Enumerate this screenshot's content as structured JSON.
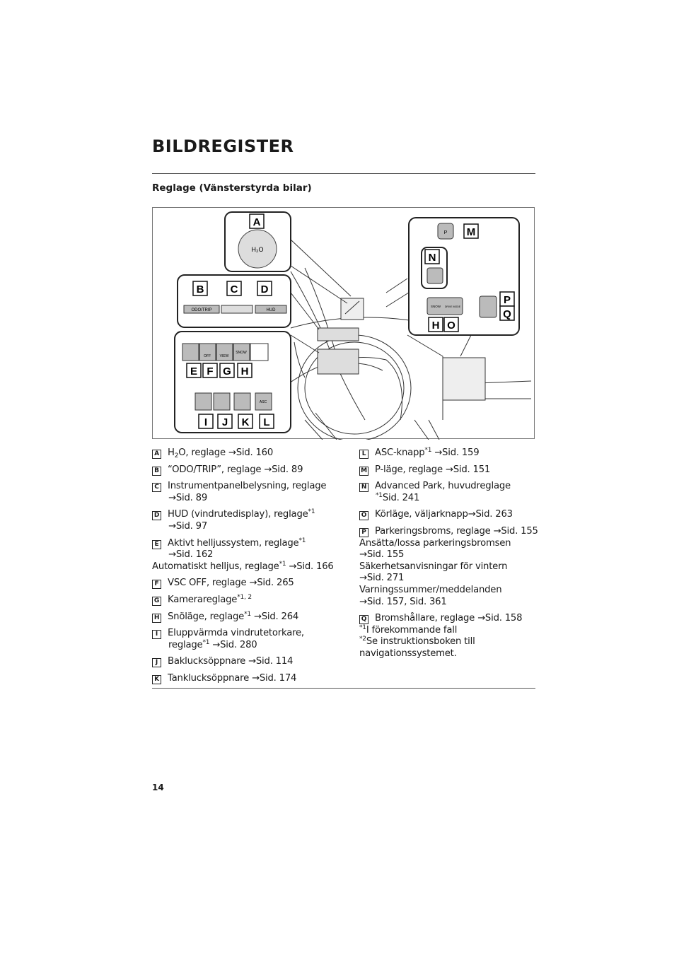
{
  "header": {
    "title": "BILDREGISTER",
    "subtitle": "Reglage (Vänsterstyrda bilar)"
  },
  "figure": {
    "labels": {
      "A": "A",
      "B": "B",
      "C": "C",
      "D": "D",
      "E": "E",
      "F": "F",
      "G": "G",
      "H": "H",
      "I": "I",
      "J": "J",
      "K": "K",
      "L": "L",
      "M": "M",
      "N": "N",
      "H2": "H",
      "O": "O",
      "P": "P",
      "Q": "Q"
    },
    "button_texts": {
      "h2o": "H₂O",
      "odo": "ODO/TRIP",
      "hud": "HUD",
      "snow": "SNOW",
      "asc": "ASC",
      "view": "VIEW",
      "off": "OFF",
      "p": "P",
      "drive_mode": "DRIVE MODE"
    }
  },
  "legend_left": [
    {
      "letter": "A",
      "lines": [
        [
          {
            "t": "H"
          },
          {
            "t": "2",
            "s": "sub"
          },
          {
            "t": "O, reglage →Sid. 160"
          }
        ]
      ]
    },
    {
      "letter": "B",
      "lines": [
        [
          {
            "t": "“ODO/TRIP”, reglage →Sid. 89"
          }
        ]
      ]
    },
    {
      "letter": "C",
      "lines": [
        [
          {
            "t": "Instrumentpanelbelysning, reglage"
          }
        ],
        [
          {
            "t": "→Sid. 89"
          }
        ]
      ]
    },
    {
      "letter": "D",
      "lines": [
        [
          {
            "t": "HUD (vindrutedisplay), reglage"
          },
          {
            "t": "*1",
            "s": "sup"
          }
        ],
        [
          {
            "t": "→Sid. 97"
          }
        ]
      ]
    },
    {
      "letter": "E",
      "lines": [
        [
          {
            "t": "Aktivt helljussystem, reglage"
          },
          {
            "t": "*1",
            "s": "sup"
          }
        ],
        [
          {
            "t": "→Sid. 162"
          }
        ]
      ],
      "notes": [
        [
          {
            "t": "Automatiskt helljus, reglage"
          },
          {
            "t": "*1",
            "s": "sup"
          },
          {
            "t": " →Sid. 166"
          }
        ]
      ]
    },
    {
      "letter": "F",
      "lines": [
        [
          {
            "t": "VSC OFF, reglage →Sid. 265"
          }
        ]
      ]
    },
    {
      "letter": "G",
      "lines": [
        [
          {
            "t": "Kamerareglage"
          },
          {
            "t": "*1, 2",
            "s": "sup"
          }
        ]
      ]
    },
    {
      "letter": "H",
      "lines": [
        [
          {
            "t": "Snöläge, reglage"
          },
          {
            "t": "*1",
            "s": "sup"
          },
          {
            "t": " →Sid. 264"
          }
        ]
      ]
    },
    {
      "letter": "I",
      "lines": [
        [
          {
            "t": "Eluppvärmda vindrutetorkare,"
          }
        ],
        [
          {
            "t": "reglage"
          },
          {
            "t": "*1",
            "s": "sup"
          },
          {
            "t": " →Sid. 280"
          }
        ]
      ]
    },
    {
      "letter": "J",
      "lines": [
        [
          {
            "t": "Baklucksöppnare →Sid. 114"
          }
        ]
      ]
    },
    {
      "letter": "K",
      "lines": [
        [
          {
            "t": "Tanklucksöppnare →Sid. 174"
          }
        ]
      ]
    }
  ],
  "legend_right": [
    {
      "letter": "L",
      "lines": [
        [
          {
            "t": "ASC-knapp"
          },
          {
            "t": "*1",
            "s": "sup"
          },
          {
            "t": " →Sid. 159"
          }
        ]
      ]
    },
    {
      "letter": "M",
      "lines": [
        [
          {
            "t": "P-läge, reglage →Sid. 151"
          }
        ]
      ]
    },
    {
      "letter": "N",
      "lines": [
        [
          {
            "t": "Advanced Park, huvudreglage"
          }
        ],
        [
          {
            "t": "*1",
            "s": "sup"
          },
          {
            "t": "Sid. 241"
          }
        ]
      ]
    },
    {
      "letter": "O",
      "lines": [
        [
          {
            "t": "Körläge, väljarknapp→Sid. 263"
          }
        ]
      ]
    },
    {
      "letter": "P",
      "lines": [
        [
          {
            "t": "Parkeringsbroms, reglage →Sid. 155"
          }
        ]
      ],
      "notes": [
        [
          {
            "t": "Ansätta/lossa parkeringsbromsen"
          }
        ],
        [
          {
            "t": "→Sid. 155"
          }
        ],
        [
          {
            "t": "Säkerhetsanvisningar för vintern"
          }
        ],
        [
          {
            "t": "→Sid. 271"
          }
        ],
        [
          {
            "t": "Varningssummer/meddelanden"
          }
        ],
        [
          {
            "t": "→Sid. 157, Sid. 361"
          }
        ]
      ]
    },
    {
      "letter": "Q",
      "lines": [
        [
          {
            "t": "Bromshållare, reglage →Sid. 158"
          }
        ]
      ],
      "notes": [
        [
          {
            "t": "*1",
            "s": "sup"
          },
          {
            "t": "I förekommande fall"
          }
        ],
        [
          {
            "t": "*2",
            "s": "sup"
          },
          {
            "t": "Se instruktionsboken till"
          }
        ],
        [
          {
            "t": "navigationssystemet."
          }
        ]
      ]
    }
  ],
  "footer": {
    "page_number": "14"
  }
}
